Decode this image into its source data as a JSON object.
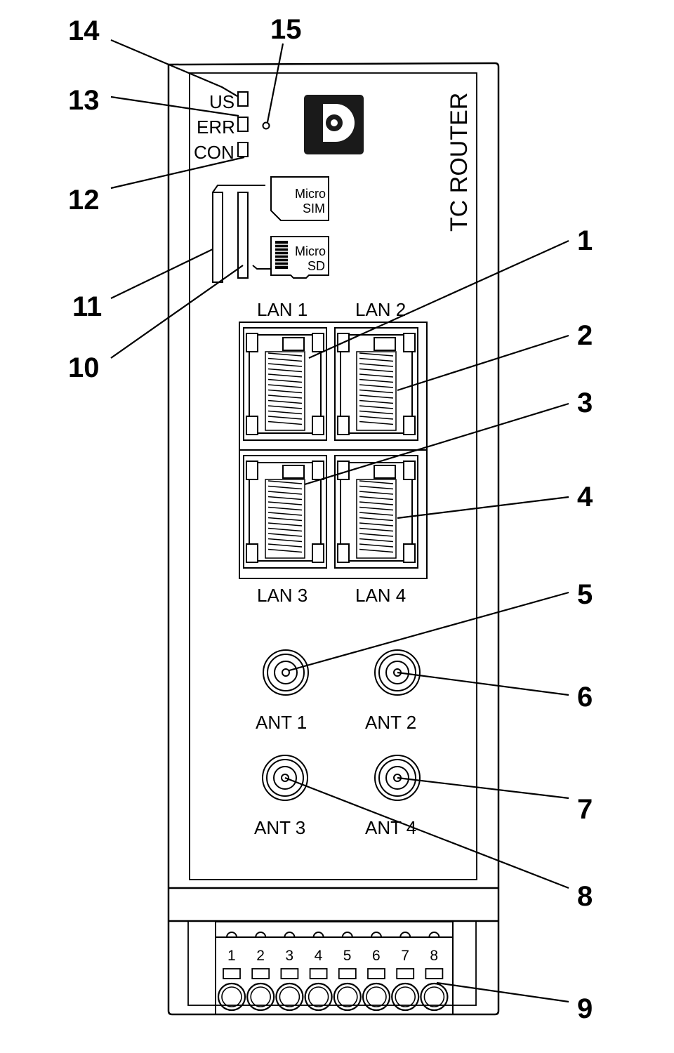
{
  "device": {
    "title": "TC ROUTER",
    "brand_logo": "phoenix-contact-logo",
    "leds": [
      "US",
      "ERR",
      "CON"
    ],
    "card_slots": [
      {
        "line1": "Micro",
        "line2": "SIM"
      },
      {
        "line1": "Micro",
        "line2": "SD"
      }
    ],
    "lan_ports": [
      "LAN 1",
      "LAN 2",
      "LAN 3",
      "LAN 4"
    ],
    "antennas": [
      "ANT 1",
      "ANT 2",
      "ANT 3",
      "ANT 4"
    ],
    "terminals": [
      "1",
      "2",
      "3",
      "4",
      "5",
      "6",
      "7",
      "8"
    ]
  },
  "callouts": [
    "1",
    "2",
    "3",
    "4",
    "5",
    "6",
    "7",
    "8",
    "9",
    "10",
    "11",
    "12",
    "13",
    "14",
    "15"
  ],
  "colors": {
    "line": "#000000",
    "background": "#ffffff",
    "logo": "#1a1a1a"
  }
}
